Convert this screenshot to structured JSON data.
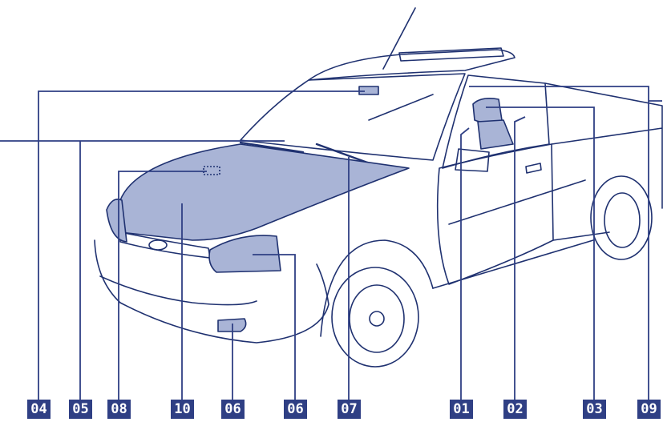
{
  "colors": {
    "outline": "#1f3170",
    "highlight_fill": "#a9b4d6",
    "leader_line": "#2f3f84",
    "badge_fill": "#2f3f84",
    "badge_text": "#ffffff"
  },
  "callouts": [
    {
      "label": "04",
      "target": "interior-mirror"
    },
    {
      "label": "05",
      "target": "windscreen"
    },
    {
      "label": "08",
      "target": "bonnet-washer-jet"
    },
    {
      "label": "10",
      "target": "bonnet"
    },
    {
      "label": "06",
      "target": "fog-lamp"
    },
    {
      "label": "06",
      "target": "headlamp"
    },
    {
      "label": "07",
      "target": "wiper-blade"
    },
    {
      "label": "01",
      "target": "seat-belt"
    },
    {
      "label": "02",
      "target": "seat-backrest"
    },
    {
      "label": "03",
      "target": "head-restraint"
    },
    {
      "label": "09",
      "target": "rear-window"
    }
  ]
}
